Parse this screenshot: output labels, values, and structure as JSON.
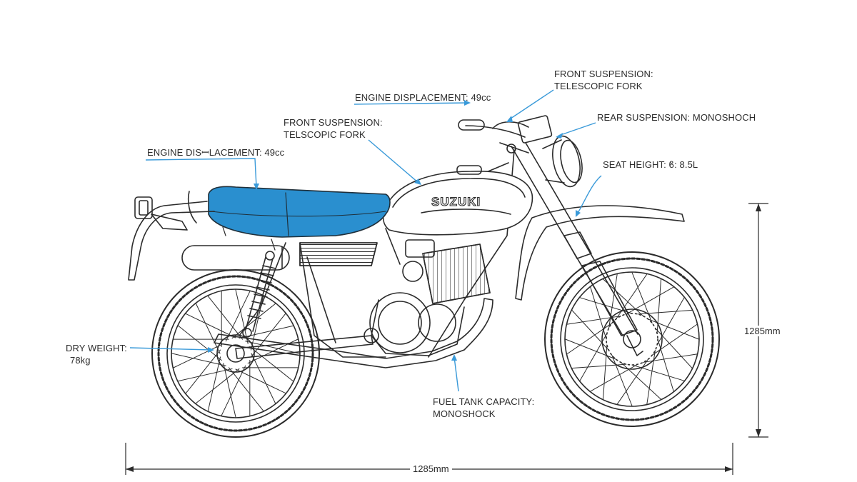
{
  "brand_text": "SUZUKI",
  "highlight_color": "#2a8fcf",
  "leader_color": "#3a9ad9",
  "line_color": "#2b2b2b",
  "labels": {
    "front_suspension_top_1": "FRONT SUSPENSION:",
    "front_suspension_top_2": "TELESCOPIC FORK",
    "engine_displacement_top": "ENGINE DISPLACEMENT: 49cc",
    "rear_suspension": "REAR SUSPENSION: MONOSHOCH",
    "front_suspension_mid_1": "FRONT SUSPENSION:",
    "front_suspension_mid_2": "TELSCOPIC FORK",
    "engine_displacement_left": "ENGINE DISꟷLACEMENT: 49cc",
    "seat_height": "SEAT HEIGHT: ϐ: 8.5L",
    "dry_weight_1": "DRY WEIGHT:",
    "dry_weight_2": "78kg",
    "fuel_tank_1": "FUEL TANK CAPACITY:",
    "fuel_tank_2": "MONOSHOCK"
  },
  "dimensions": {
    "height": "1285mm",
    "length": "1285mm"
  }
}
